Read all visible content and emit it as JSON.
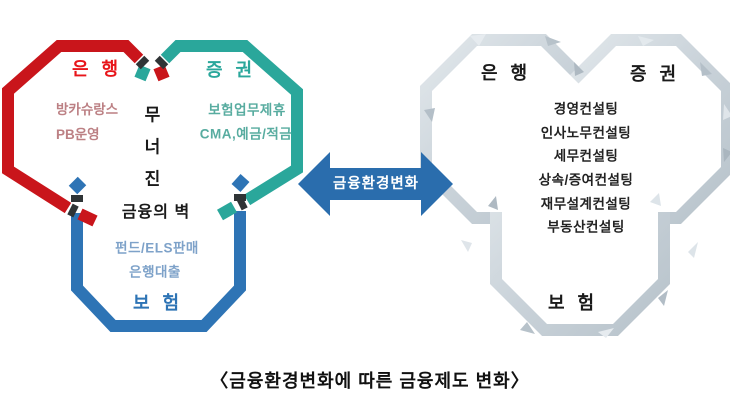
{
  "left_diagram": {
    "bank": {
      "label": "은 행",
      "items": [
        "방카슈랑스",
        "PB운영"
      ]
    },
    "securities": {
      "label": "증 권",
      "items": [
        "보험업무제휴",
        "CMA,예금/적금"
      ]
    },
    "insurance": {
      "label": "보 험",
      "items": [
        "펀드/ELS판매",
        "은행대출"
      ]
    },
    "center": {
      "vertical": [
        "무",
        "너",
        "진"
      ],
      "bottom": "금융의 벽"
    }
  },
  "arrow": {
    "label": "금융환경변화"
  },
  "right_diagram": {
    "bank_label": "은 행",
    "securities_label": "증 권",
    "insurance_label": "보 험",
    "services": [
      "경영컨설팅",
      "인사노무컨설팅",
      "세무컨설팅",
      "상속/증여컨설팅",
      "재무설계컨설팅",
      "부동산컨설팅"
    ]
  },
  "caption": "〈금융환경변화에 따른 금융제도 변화〉",
  "colors": {
    "bank_red": "#c9151b",
    "bank_text": "#e8151a",
    "bank_sub": "#bc8084",
    "securities_teal": "#2aa79b",
    "securities_sub": "#58aca0",
    "insurance_blue": "#2e74b5",
    "insurance_sub": "#7ea2c9",
    "arrow_blue": "#2a6dad",
    "wall_gray": "#c7d0d7",
    "junction_black": "#2f3436",
    "dark": "#1a1a1a"
  }
}
